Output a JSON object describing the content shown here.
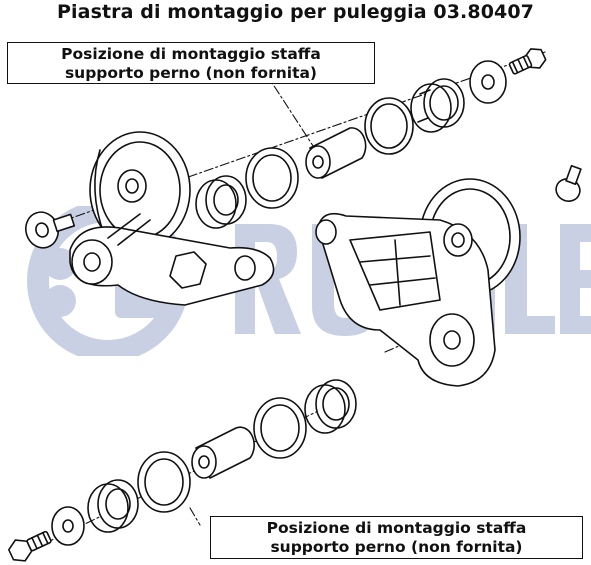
{
  "diagram": {
    "title": "Piastra di montaggio per puleggia 03.80407",
    "callouts": [
      {
        "line1": "Posizione di montaggio staffa",
        "line2": "supporto perno (non fornita)"
      },
      {
        "line1": "Posizione di montaggio staffa",
        "line2": "supporto perno (non fornita)"
      }
    ],
    "watermark": "RUVILLE",
    "colors": {
      "line": "#111111",
      "watermark": "#c9d0e3",
      "background": "#ffffff"
    }
  }
}
